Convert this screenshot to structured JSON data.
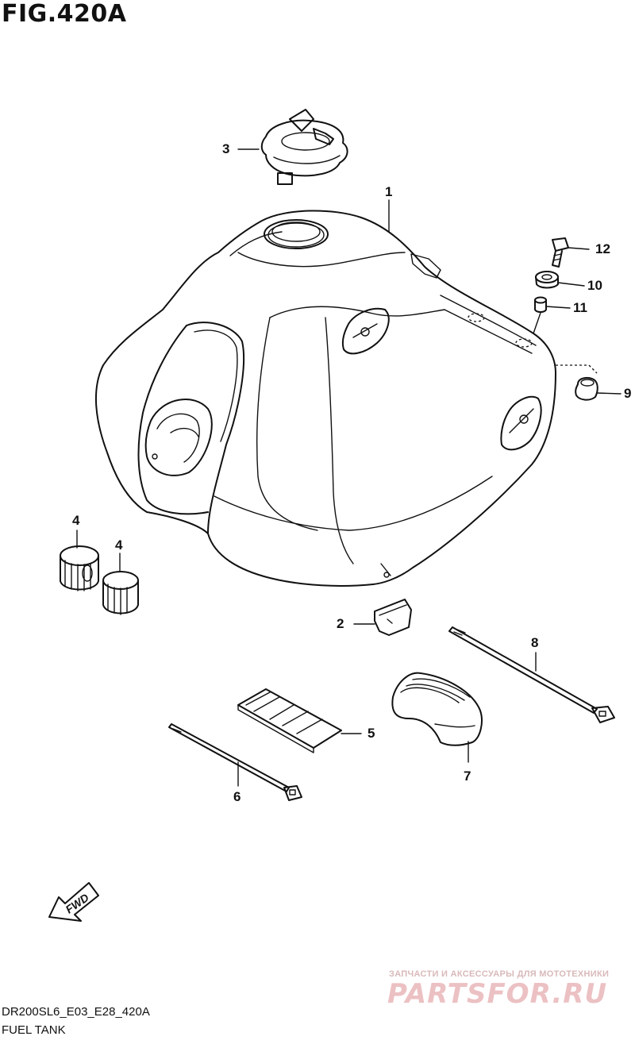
{
  "figure": {
    "title": "FIG.420A",
    "model_code": "DR200SL6_E03_E28_420A",
    "section_name": "FUEL TANK"
  },
  "callouts": {
    "c1": "1",
    "c2": "2",
    "c3": "3",
    "c4a": "4",
    "c4b": "4",
    "c5": "5",
    "c6": "6",
    "c7": "7",
    "c8": "8",
    "c9": "9",
    "c10": "10",
    "c11": "11",
    "c12": "12"
  },
  "fwd_label": "FWD",
  "watermark": {
    "tagline": "ЗАПЧАСТИ И АКСЕССУАРЫ ДЛЯ МОТОТЕХНИКИ",
    "logo": "PARTSFOR.RU"
  },
  "colors": {
    "line": "#111111",
    "watermark": "#ecc1c3"
  }
}
